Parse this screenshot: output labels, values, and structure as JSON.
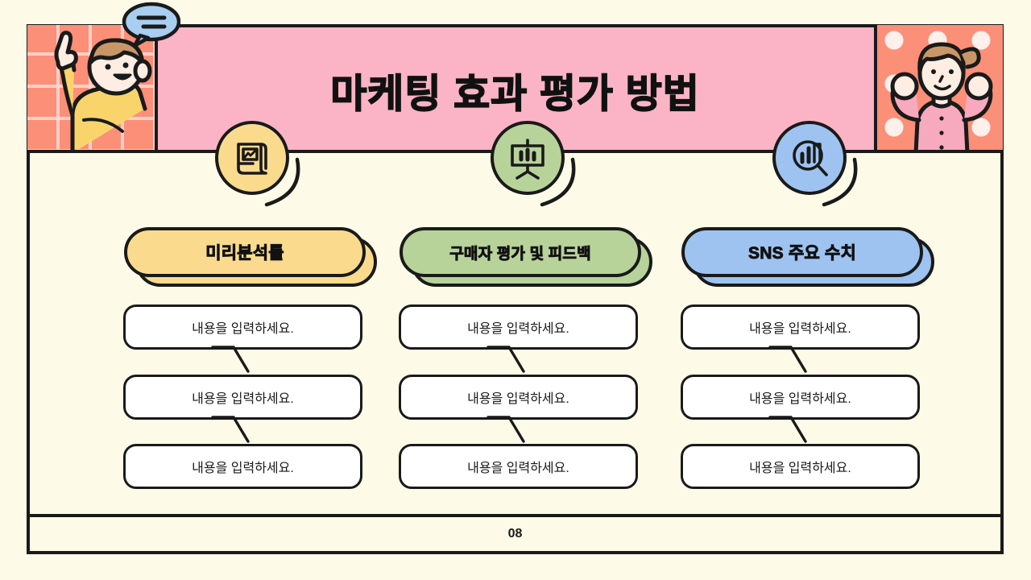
{
  "slide": {
    "title": "마케팅 효과 평가 방법",
    "page_number": "08",
    "colors": {
      "background": "#FDFBE8",
      "header_band": "#FAB4C5",
      "outline": "#1A1A1A",
      "illustration_bg": "#FB8F78",
      "yellow": "#FADB8E",
      "green": "#B7D39A",
      "blue": "#9EC3F0"
    }
  },
  "illustrations": {
    "left": {
      "name": "man-pointing-up-illustration",
      "pattern": "grid",
      "speech_bubble": "equals-sign-bubble"
    },
    "right": {
      "name": "woman-flexing-arms-illustration",
      "pattern": "polka-dots"
    }
  },
  "columns": [
    {
      "icon": "chart-scroll-icon",
      "accent": "#FADB8E",
      "label": "미리분석툴",
      "items": [
        "내용을 입력하세요.",
        "내용을 입력하세요.",
        "내용을 입력하세요."
      ]
    },
    {
      "icon": "presentation-board-icon",
      "accent": "#B7D39A",
      "label": "구매자 평가 및 피드백",
      "items": [
        "내용을 입력하세요.",
        "내용을 입력하세요.",
        "내용을 입력하세요."
      ]
    },
    {
      "icon": "magnifier-bar-chart-icon",
      "accent": "#9EC3F0",
      "label": "SNS 주요 수치",
      "items": [
        "내용을 입력하세요.",
        "내용을 입력하세요.",
        "내용을 입력하세요."
      ]
    }
  ]
}
